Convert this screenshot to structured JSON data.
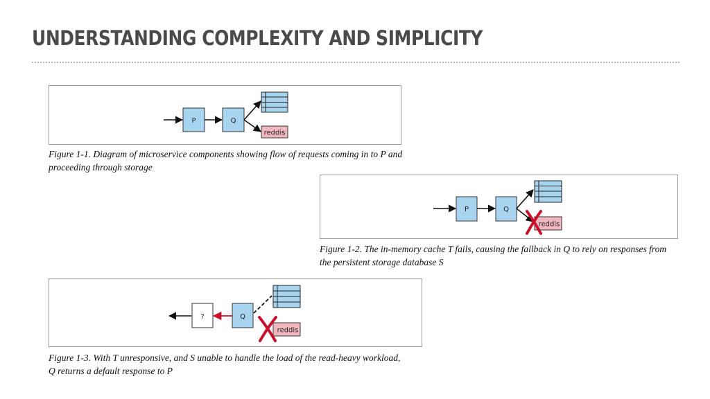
{
  "title": "UNDERSTANDING COMPLEXITY AND SIMPLICITY",
  "colors": {
    "service_box": "#a9d4f0",
    "database": "#a9d4f0",
    "cache_box": "#f2b8bf",
    "failure_mark": "#c8102e",
    "arrow": "#111111"
  },
  "figures": [
    {
      "nodes": {
        "p": "P",
        "q": "Q",
        "cache": "reddis"
      },
      "caption": "Figure 1-1. Diagram of microservice components showing flow of requests coming in to P and proceeding through storage"
    },
    {
      "nodes": {
        "p": "P",
        "q": "Q",
        "cache": "reddis"
      },
      "caption": "Figure 1-2. The in-memory cache T fails, causing the fallback in Q to rely on responses from the persistent storage database S"
    },
    {
      "nodes": {
        "p": "?",
        "q": "Q",
        "cache": "reddis"
      },
      "caption": "Figure 1-3. With T unresponsive, and S unable to handle the load of the read-heavy workload, Q returns a default response to P"
    }
  ]
}
